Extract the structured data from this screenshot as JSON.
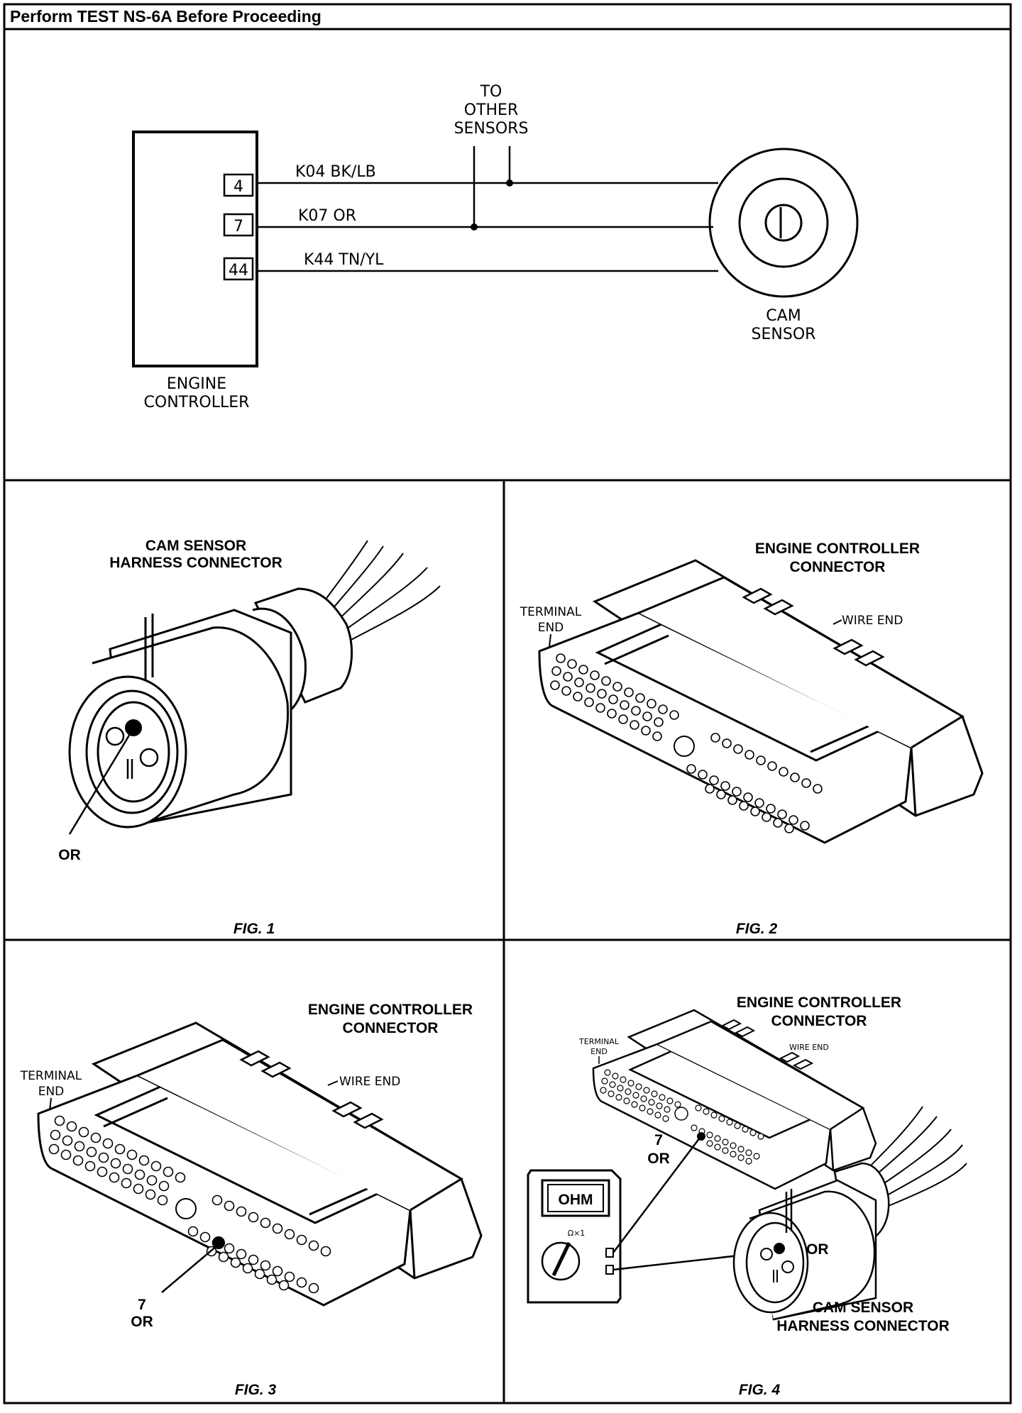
{
  "header": {
    "title": "Perform TEST NS-6A Before Proceeding"
  },
  "schematic": {
    "controller_label_1": "ENGINE",
    "controller_label_2": "CONTROLLER",
    "pins": [
      "4",
      "7",
      "44"
    ],
    "wires": [
      "K04  BK/LB",
      "K07  OR",
      "K44  TN/YL"
    ],
    "other_sensors": [
      "TO",
      "OTHER",
      "SENSORS"
    ],
    "cam_label_1": "CAM",
    "cam_label_2": "SENSOR"
  },
  "fig1": {
    "title_1": "CAM SENSOR",
    "title_2": "HARNESS CONNECTOR",
    "callout": "OR",
    "caption": "FIG. 1"
  },
  "fig2": {
    "title_1": "ENGINE CONTROLLER",
    "title_2": "CONNECTOR",
    "terminal_1": "TERMINAL",
    "terminal_2": "END",
    "wire_end": "WIRE END",
    "caption": "FIG. 2"
  },
  "fig3": {
    "title_1": "ENGINE CONTROLLER",
    "title_2": "CONNECTOR",
    "terminal_1": "TERMINAL",
    "terminal_2": "END",
    "wire_end": "WIRE END",
    "callout_1": "7",
    "callout_2": "OR",
    "caption": "FIG. 3"
  },
  "fig4": {
    "title_1": "ENGINE CONTROLLER",
    "title_2": "CONNECTOR",
    "terminal_1": "TERMINAL",
    "terminal_2": "END",
    "wire_end": "WIRE END",
    "callout_1": "7",
    "callout_2": "OR",
    "meter_display": "OHM",
    "meter_range": "Ω×1",
    "cam_callout": "OR",
    "cam_title_1": "CAM SENSOR",
    "cam_title_2": "HARNESS CONNECTOR",
    "caption": "FIG. 4"
  }
}
